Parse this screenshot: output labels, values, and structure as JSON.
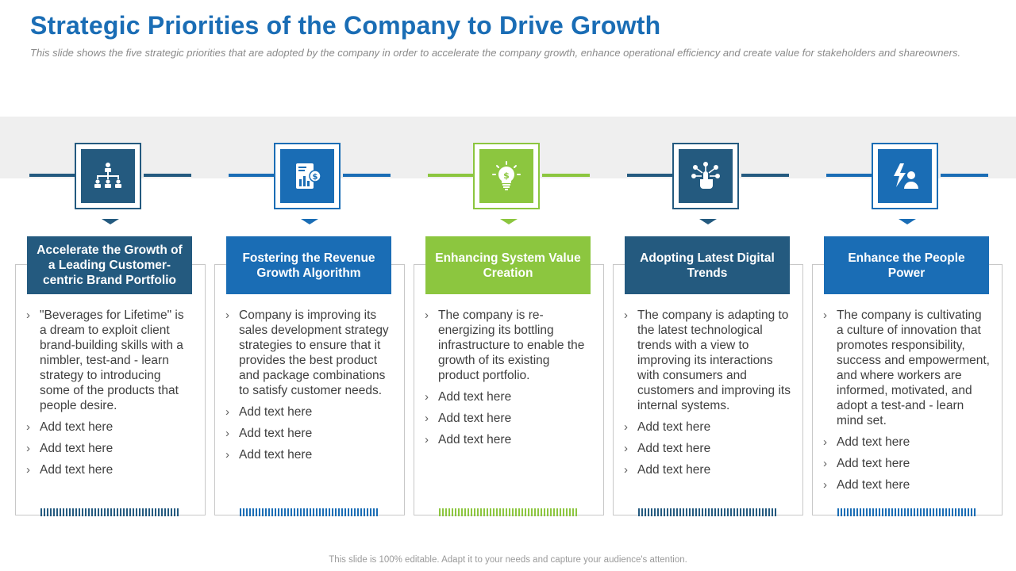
{
  "title": "Strategic Priorities of the Company to Drive Growth",
  "subtitle": "This slide shows the five strategic priorities that are adopted by the company in order to accelerate the company growth, enhance operational efficiency and create value for stakeholders and shareowners.",
  "footer": "This slide is 100% editable. Adapt it to your needs and capture your audience's attention.",
  "colors": {
    "dark": "#245a7f",
    "blue": "#1a6db5",
    "green": "#8cc63f"
  },
  "pillars": [
    {
      "icon": "org-chart-icon",
      "color": "#245a7f",
      "heading": "Accelerate the Growth of a Leading Customer-centric Brand Portfolio",
      "bullets": [
        "\"Beverages for Lifetime\" is a dream to exploit client brand-building skills with a nimbler, test-and - learn strategy to introducing some of the products that people desire.",
        "Add text here",
        "Add text here",
        "Add text here"
      ]
    },
    {
      "icon": "revenue-report-icon",
      "color": "#1a6db5",
      "heading": "Fostering the Revenue Growth Algorithm",
      "bullets": [
        "Company is improving its sales development strategy strategies to ensure that it provides the best product and package combinations to satisfy customer needs.",
        "Add text here",
        "Add text here",
        "Add text here"
      ]
    },
    {
      "icon": "idea-bulb-icon",
      "color": "#8cc63f",
      "heading": "Enhancing System Value Creation",
      "bullets": [
        "The company is re-energizing its bottling infrastructure  to enable the growth of its existing product portfolio.",
        "Add text here",
        "Add text here",
        "Add text here"
      ]
    },
    {
      "icon": "digital-touch-icon",
      "color": "#245a7f",
      "heading": "Adopting Latest Digital Trends",
      "bullets": [
        "The company is adapting to the latest technological trends with a view to improving its interactions with consumers and customers and improving its internal systems.",
        "Add text here",
        "Add text here",
        "Add text here"
      ]
    },
    {
      "icon": "people-power-icon",
      "color": "#1a6db5",
      "heading": "Enhance the People Power",
      "bullets": [
        "The company is cultivating a culture  of innovation that promotes responsibility, success and empowerment, and where workers are informed, motivated, and adopt a test-and - learn mind set.",
        "Add text here",
        "Add text here",
        "Add text here"
      ]
    }
  ]
}
